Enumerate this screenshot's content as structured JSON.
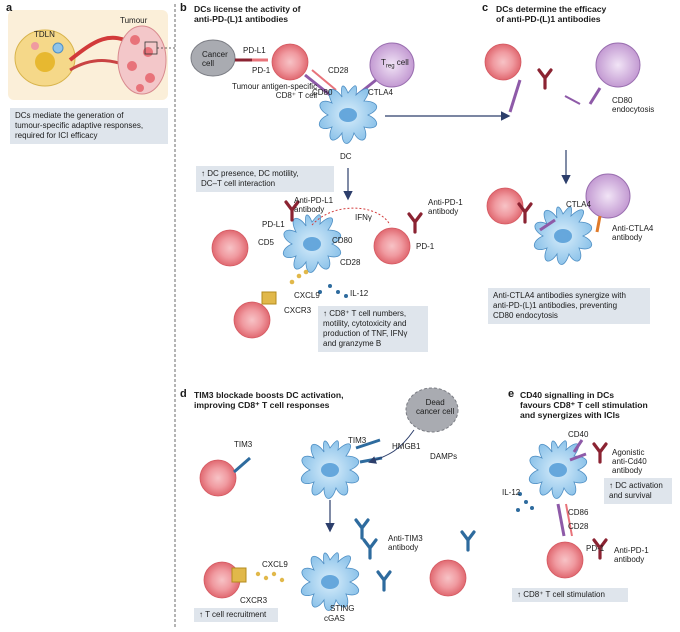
{
  "panels": {
    "a": {
      "letter": "a",
      "tdln_label": "TDLN",
      "tumour_label": "Tumour",
      "note": "DCs mediate the generation of\ntumour-specific adaptive responses,\nrequired for ICI efficacy"
    },
    "b": {
      "letter": "b",
      "title": "DCs license the activity of\nanti-PD-(L)1 antibodies",
      "cancer_cell": "Cancer\ncell",
      "pdl1": "PD-L1",
      "pd1": "PD-1",
      "cd8_label": "Tumour antigen-specific\nCD8⁺ T cell",
      "cd28": "CD28",
      "cd80": "CD80",
      "ctla4": "CTLA4",
      "treg_label": "T",
      "treg_sub": "reg",
      "treg_suffix": " cell",
      "dc_label": "DC",
      "note1": "↑ DC presence, DC motility,\nDC–T cell interaction",
      "anti_pdl1": "Anti-PD-L1\nantibody",
      "pd_l1_2": "PD-L1",
      "ifng": "IFNγ",
      "anti_pd1": "Anti-PD-1\nantibody",
      "cd5": "CD5",
      "cd80_2": "CD80",
      "cd28_2": "CD28",
      "pd1_2": "PD-1",
      "cxcl9": "CXCL9",
      "il12": "IL-12",
      "cxcr3": "CXCR3",
      "note2": "↑ CD8⁺ T cell numbers,\nmotility, cytotoxicity and\nproduction of TNF, IFNγ\nand granzyme B"
    },
    "c": {
      "letter": "c",
      "title": "DCs determine the efficacy\nof anti-PD-(L)1 antibodies",
      "cd80_endo": "CD80\nendocytosis",
      "ctla4": "CTLA4",
      "anti_ctla4": "Anti-CTLA4\nantibody",
      "note": "Anti-CTLA4 antibodies synergize with\nanti-PD-(L)1 antibodies, preventing\nCD80 endocytosis"
    },
    "d": {
      "letter": "d",
      "title": "TIM3 blockade boosts DC activation,\nimproving CD8⁺ T cell responses",
      "dead_cell": "Dead\ncancer cell",
      "tim3_left": "TIM3",
      "tim3_dc": "TIM3",
      "hmgb1": "HMGB1",
      "damps": "DAMPs",
      "cxcl9": "CXCL9",
      "cxcr3": "CXCR3",
      "anti_tim3": "Anti-TIM3\nantibody",
      "sting": "STING",
      "cgas": "cGAS",
      "note": "↑ T cell recruitment"
    },
    "e": {
      "letter": "e",
      "title": "CD40 signalling in DCs\nfavours CD8⁺ T cell stimulation\nand synergizes with ICIs",
      "cd40": "CD40",
      "agonistic": "Agonistic\nanti-Cd40\nantibody",
      "il12": "IL-12",
      "note1": "↑ DC activation\nand survival",
      "cd86": "CD86",
      "cd28": "CD28",
      "pd1": "PD-1",
      "anti_pd1": "Anti-PD-1\nantibody",
      "note2": "↑ CD8⁺ T cell stimulation"
    }
  },
  "colors": {
    "t_cell": "#e8737a",
    "t_cell_inner": "#f2a4a8",
    "dc": "#a8d4f0",
    "dc_nucleus": "#5aa0d8",
    "treg": "#c9a2d6",
    "cancer": "#9d9fa6",
    "antibody_red": "#8b2332",
    "antibody_blue": "#2e6b9e",
    "receptor_purple": "#8e5aa8",
    "chemokine_gold": "#e1b84a",
    "note_bg": "#dfe5ec",
    "arrow": "#2c3e6b"
  }
}
